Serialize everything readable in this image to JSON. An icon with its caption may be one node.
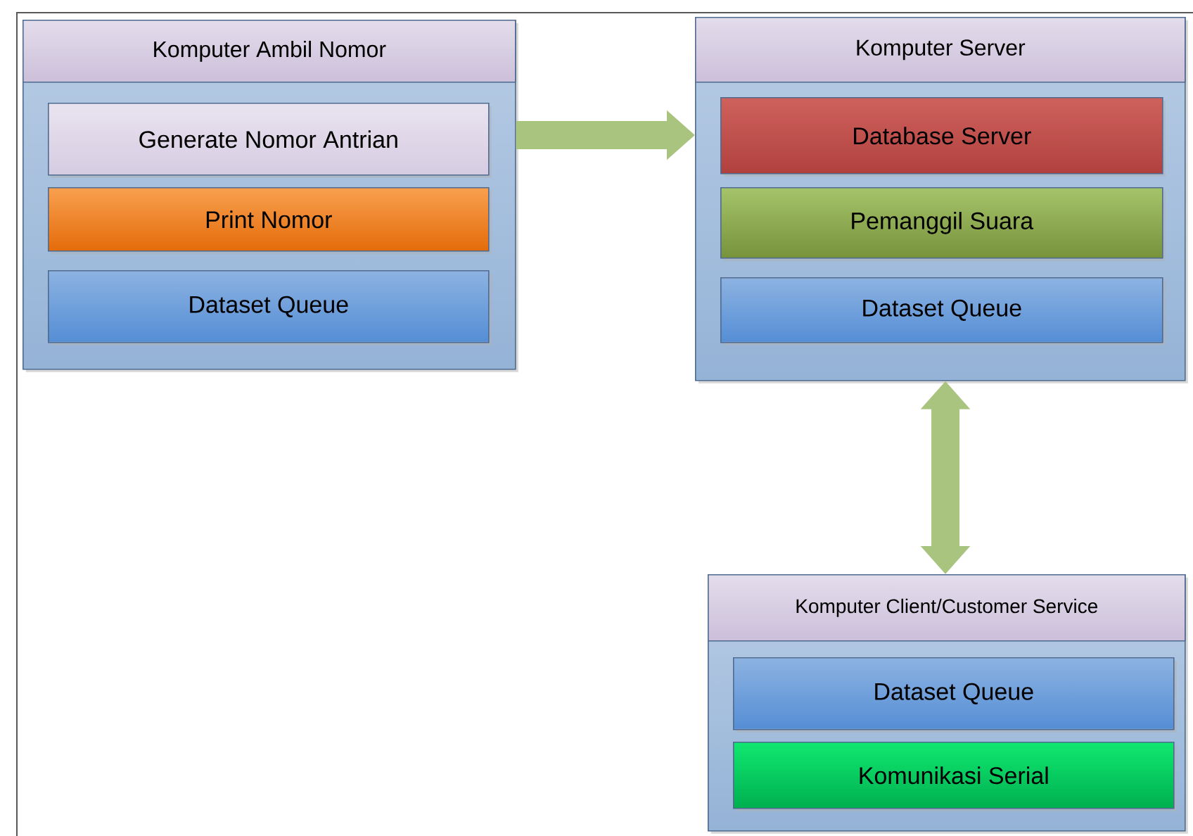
{
  "diagram": {
    "nodes": [
      {
        "text": [],
        "shape": "box"
      },
      {
        "text": [
          "Komputer Ambil  Nomor"
        ],
        "in": 0
      },
      {
        "text": [
          "Generate Nomor Antrian"
        ],
        "in": 0
      },
      {
        "text": [
          "Print Nomor"
        ],
        "in": 0
      },
      {
        "text": [
          "Dataset Queue"
        ],
        "in": 0
      },
      {
        "text": [],
        "shape": "box"
      },
      {
        "text": [
          "Komputer Server"
        ],
        "in": 5
      },
      {
        "text": [
          "Database Server"
        ],
        "in": 5
      },
      {
        "text": [
          "Pemanggil Suara"
        ],
        "in": 5
      },
      {
        "text": [
          "Dataset Queue"
        ],
        "in": 5
      },
      {
        "text": [],
        "shape": "box"
      },
      {
        "text": [
          "Komputer Client/Customer Service"
        ],
        "in": 10
      },
      {
        "text": [
          "Dataset Queue"
        ],
        "in": 10
      },
      {
        "text": [
          "Komunikasi Serial"
        ],
        "in": 10
      }
    ],
    "edges": [
      {
        "from": 0,
        "to": 5,
        "arrow": "to"
      },
      {
        "from": 5,
        "to": 10,
        "arrow": "both"
      }
    ]
  }
}
